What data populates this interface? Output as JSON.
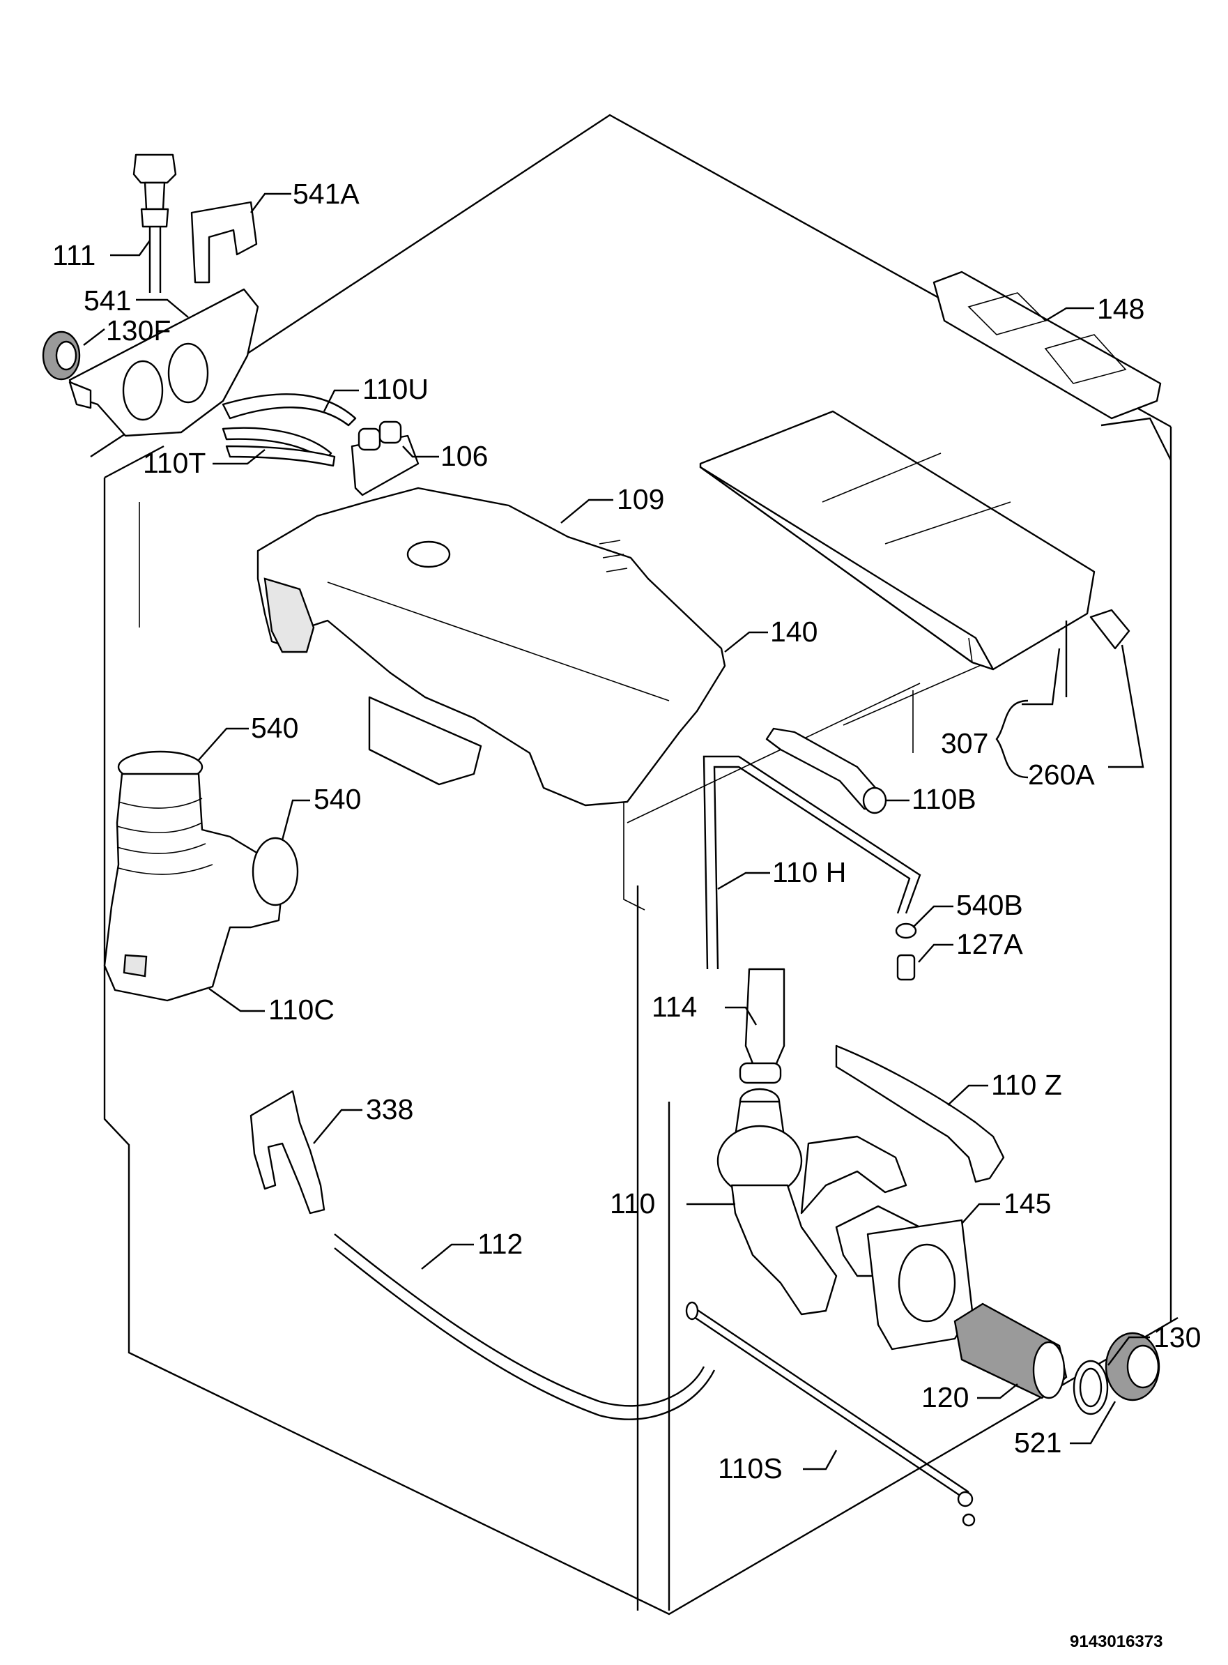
{
  "document_number": "9143016373",
  "labels": {
    "l541A": "541A",
    "l111": "111",
    "l541": "541",
    "l130F": "130F",
    "l110U": "110U",
    "l110T": "110T",
    "l106": "106",
    "l109": "109",
    "l148": "148",
    "l140": "140",
    "l540a": "540",
    "l540b": "540",
    "l307": "307",
    "l260A": "260A",
    "l110B": "110B",
    "l110H": "110 H",
    "l540B": "540B",
    "l127A": "127A",
    "l110C": "110C",
    "l114": "114",
    "l110Z": "110 Z",
    "l338": "338",
    "l110": "110",
    "l145": "145",
    "l112": "112",
    "l130": "130",
    "l120": "120",
    "l110S": "110S",
    "l521": "521"
  }
}
